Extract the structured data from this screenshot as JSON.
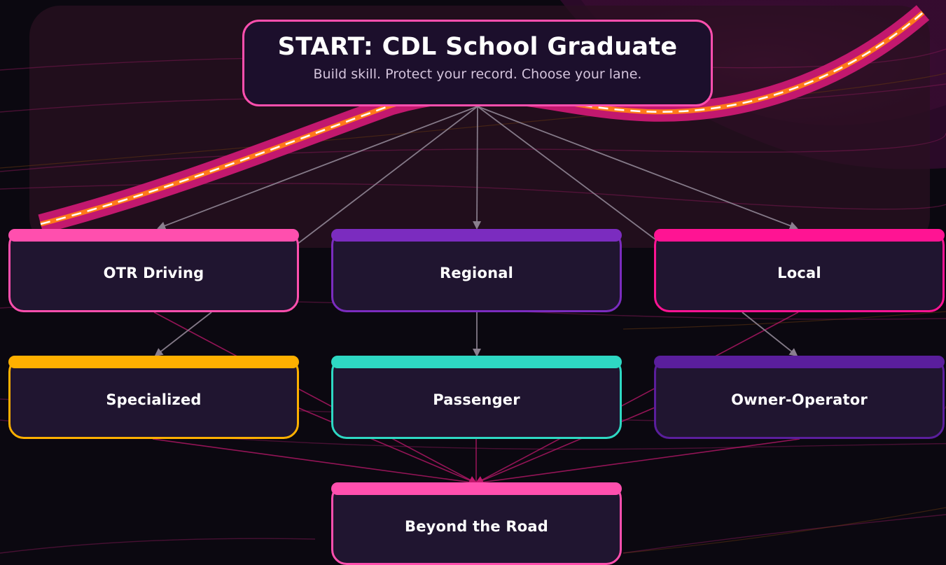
{
  "start": {
    "title": "START: CDL School Graduate",
    "subtitle": "Build skill. Protect your record. Choose your lane."
  },
  "nodes": {
    "otr": {
      "label": "OTR Driving",
      "color": "#ff4fae"
    },
    "regional": {
      "label": "Regional",
      "color": "#7b2cbf"
    },
    "local": {
      "label": "Local",
      "color": "#ff1493"
    },
    "specialized": {
      "label": "Specialized",
      "color": "#ffb000"
    },
    "passenger": {
      "label": "Passenger",
      "color": "#2ed8c3"
    },
    "owner_operator": {
      "label": "Owner-Operator",
      "color": "#5a1e9c"
    },
    "beyond": {
      "label": "Beyond the Road",
      "color": "#ff4fae"
    }
  },
  "colors": {
    "background": "#0b0810",
    "panel": "#201530",
    "road": "#c2186e",
    "road_stripe": "#ff7a1a",
    "arrow": "#8a7f8e",
    "accent": "#ff4fae"
  }
}
